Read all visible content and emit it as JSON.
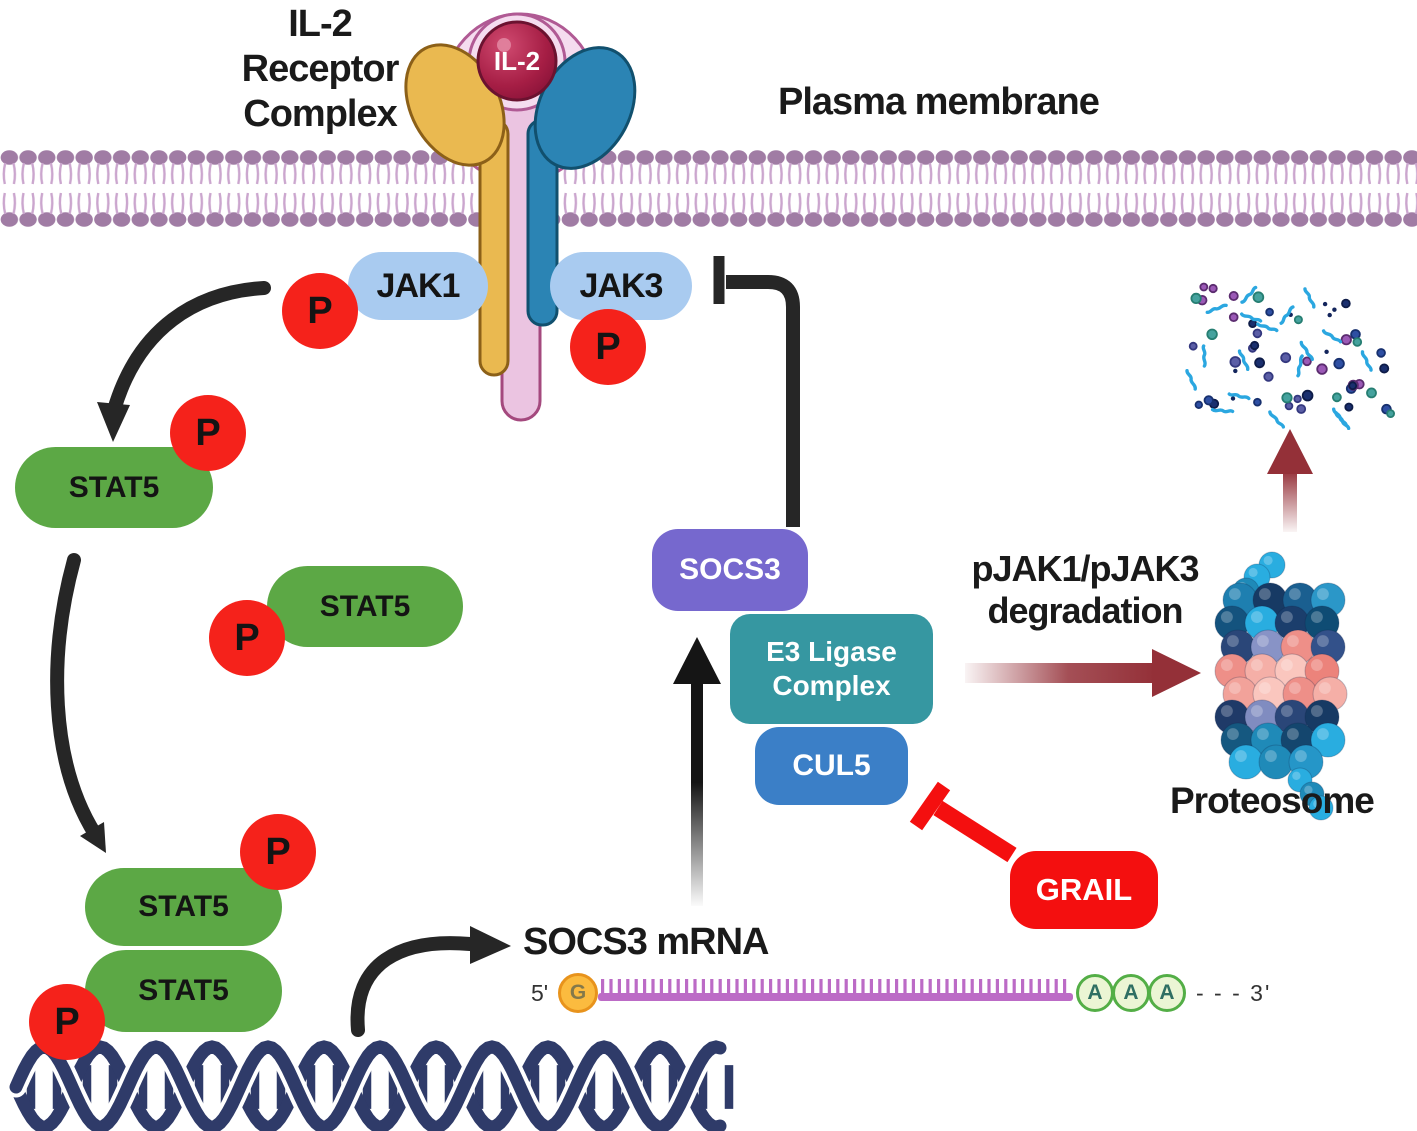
{
  "diagram": {
    "receptor_label": {
      "line1": "IL-2",
      "line2": "Receptor",
      "line3": "Complex"
    },
    "membrane_label": "Plasma membrane",
    "ligand_label": "IL-2",
    "jak1_label": "JAK1",
    "jak3_label": "JAK3",
    "phospho_label": "P",
    "stat5_label": "STAT5",
    "socs3_label": "SOCS3",
    "e3_label": {
      "line1": "E3 Ligase",
      "line2": "Complex"
    },
    "cul5_label": "CUL5",
    "grail_label": "GRAIL",
    "degradation_label": {
      "line1": "pJAK1/pJAK3",
      "line2": "degradation"
    },
    "proteosome_label": "Proteosome",
    "mrna_label": "SOCS3 mRNA",
    "mrna_five_prime": "5'",
    "mrna_cap": "G",
    "mrna_polya_1": "A",
    "mrna_polya_2": "A",
    "mrna_polya_3": "A",
    "mrna_three_prime": "- - - 3'"
  },
  "colors": {
    "stat5_green": "#5CA845",
    "jak_blue": "#A9CBF0",
    "phospho_red": "#F5221B",
    "socs3_purple": "#7668CE",
    "e3_teal": "#3697A1",
    "cul5_blue": "#3B7FC7",
    "grail_red": "#F40F0F",
    "membrane_purple": "#A07CA4",
    "mrna_magenta": "#BC6BC6",
    "dna_navy": "#2F3B69",
    "degradation_arrow_maroon": "#943038",
    "receptor_yellow": "#EAB950",
    "receptor_blue": "#2B84B4",
    "receptor_pink": "#EBC4E1",
    "il2_crimson": "#A61E45"
  }
}
